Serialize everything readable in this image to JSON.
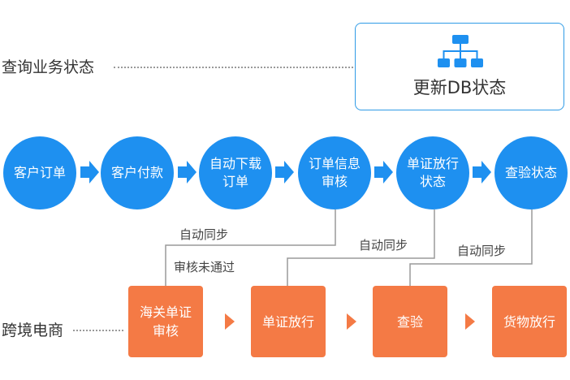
{
  "labels": {
    "query_status": "查询业务状态",
    "cross_border": "跨境电商",
    "update_db": "更新DB状态"
  },
  "flow_nodes": [
    {
      "line1": "客户订单",
      "line2": ""
    },
    {
      "line1": "客户付款",
      "line2": ""
    },
    {
      "line1": "自动下载",
      "line2": "订单"
    },
    {
      "line1": "订单信息",
      "line2": "审核"
    },
    {
      "line1": "单证放行",
      "line2": "状态"
    },
    {
      "line1": "查验状态",
      "line2": ""
    }
  ],
  "customs_nodes": [
    {
      "line1": "海关单证",
      "line2": "审核"
    },
    {
      "line1": "单证放行",
      "line2": ""
    },
    {
      "line1": "查验",
      "line2": ""
    },
    {
      "line1": "货物放行",
      "line2": ""
    }
  ],
  "connector_labels": {
    "sync_1": "自动同步",
    "sync_2": "自动同步",
    "sync_3": "自动同步",
    "reject": "审核未通过"
  },
  "colors": {
    "flow_blue": "#1e90f0",
    "customs_orange": "#f47a45",
    "box_border": "#2f9be6",
    "line_gray": "#9a9a9a"
  },
  "icons": {
    "db": "org-chart-icon"
  }
}
